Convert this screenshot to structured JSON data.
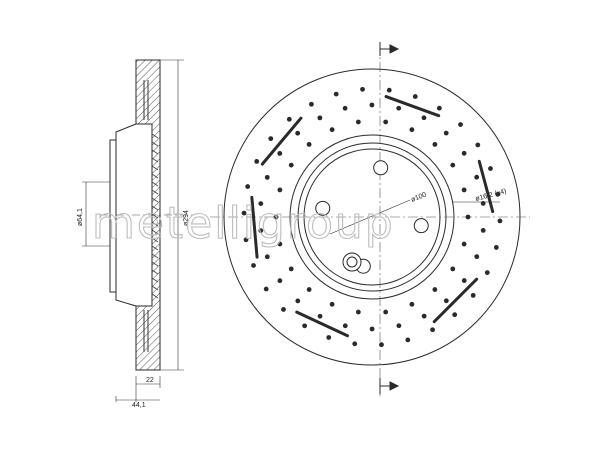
{
  "drawing": {
    "side_view": {
      "bore_label": "ø64,1",
      "outer_label": "ø294",
      "thickness_label": "22",
      "height_label": "44,1"
    },
    "front_view": {
      "pcd_label": "ø100",
      "holes_label": "ø16,2 (x4)",
      "bolt_holes": 4,
      "slots": 6
    }
  },
  "watermark": {
    "text": "metelligroup"
  },
  "colors": {
    "line": "#2a2a2a",
    "hatch": "#555555",
    "watermark": "#bdbdbd"
  }
}
